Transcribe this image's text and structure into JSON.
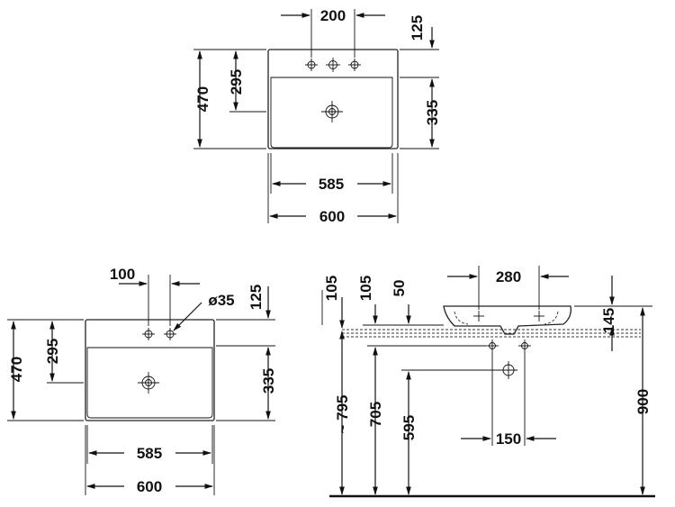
{
  "top_view": {
    "dims": {
      "hole_spacing": "200",
      "back_margin": "125",
      "depth_total": "470",
      "drain_from_back": "295",
      "bowl_depth": "335",
      "inner_width": "585",
      "overall_width": "600"
    }
  },
  "bottom_left_view": {
    "dims": {
      "hole_offset": "100",
      "hole_diameter": "ø35",
      "back_margin": "125",
      "depth_total": "470",
      "drain_from_back": "295",
      "bowl_depth": "335",
      "inner_width": "585",
      "overall_width": "600"
    }
  },
  "side_view": {
    "dims": {
      "dim_105_a": "105",
      "dim_105_b": "105",
      "dim_50": "50",
      "hole_spacing": "280",
      "basin_height": "145",
      "height_795": "~ 795",
      "height_705": "705",
      "height_595": "595",
      "valve_spacing": "150",
      "height_900": "900"
    }
  }
}
